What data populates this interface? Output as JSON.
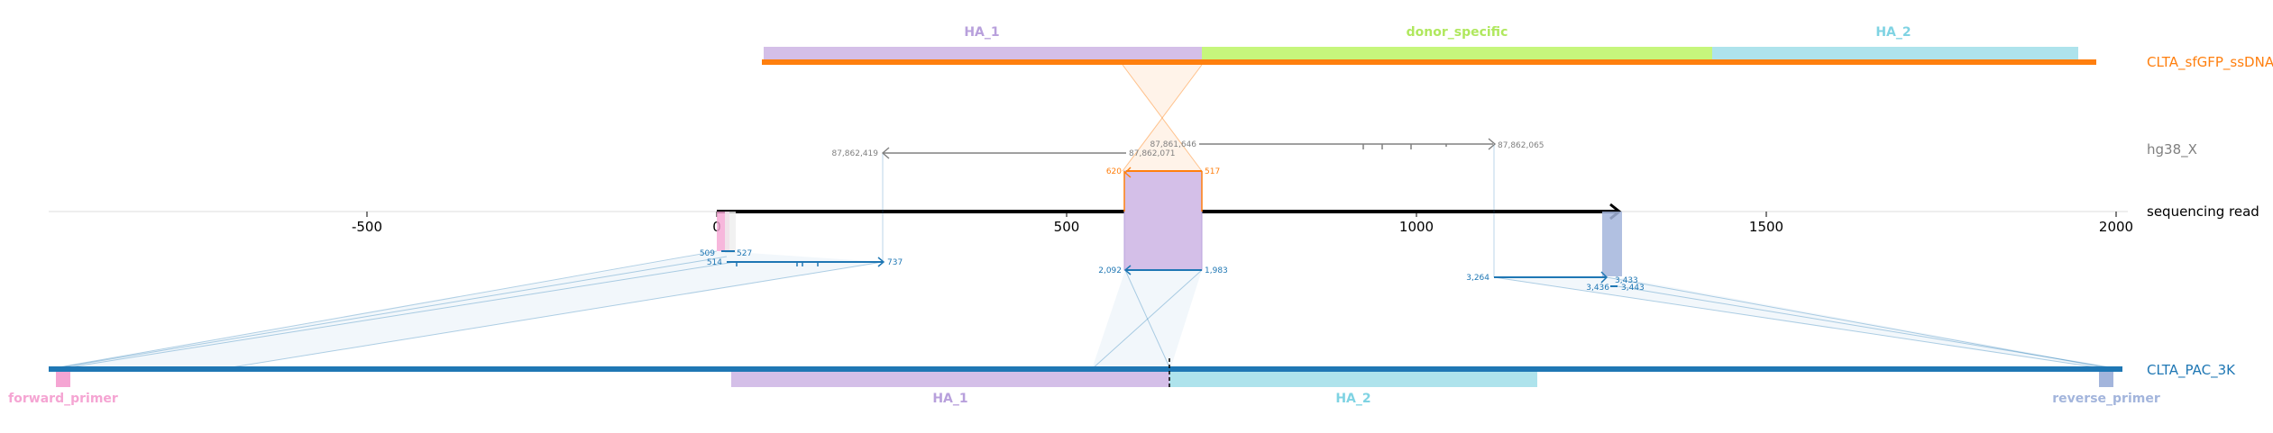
{
  "colors": {
    "orange": "#ff7f0e",
    "blue": "#1f77b4",
    "grey": "#808080",
    "black": "#000000",
    "ha1": "#d4bfe8",
    "donor": "#c6f67c",
    "ha2": "#aee3ec",
    "fwd_primer": "#f5a5d3",
    "rev_primer": "#a3b5dc"
  },
  "donor": {
    "name": "CLTA_sfGFP_ssDNA",
    "features": [
      {
        "label": "HA_1",
        "color": "#d4bfe8"
      },
      {
        "label": "donor_specific",
        "color": "#c6f67c"
      },
      {
        "label": "HA_2",
        "color": "#aee3ec"
      }
    ],
    "coords": {
      "left": "620",
      "right": "517"
    }
  },
  "genome": {
    "name": "hg38_X",
    "left_start": "87,862,419",
    "left_end": "87,862,071",
    "right_start": "87,861,646",
    "right_end": "87,862,065"
  },
  "read": {
    "name": "sequencing read",
    "ticks": [
      "-500",
      "0",
      "500",
      "1000",
      "1500",
      "2000"
    ]
  },
  "target": {
    "name": "CLTA_PAC_3K",
    "features": [
      {
        "label": "forward_primer",
        "color": "#f5a5d3"
      },
      {
        "label": "HA_1",
        "color": "#d4bfe8"
      },
      {
        "label": "HA_2",
        "color": "#aee3ec"
      },
      {
        "label": "reverse_primer",
        "color": "#a3b5dc"
      }
    ],
    "coords": {
      "a1": "509",
      "a2": "527",
      "a3": "514",
      "a4": "737",
      "b1": "2,092",
      "b2": "1,983",
      "c1": "3,264",
      "c2": "3,433",
      "c3": "3,436",
      "c4": "3,443"
    }
  }
}
